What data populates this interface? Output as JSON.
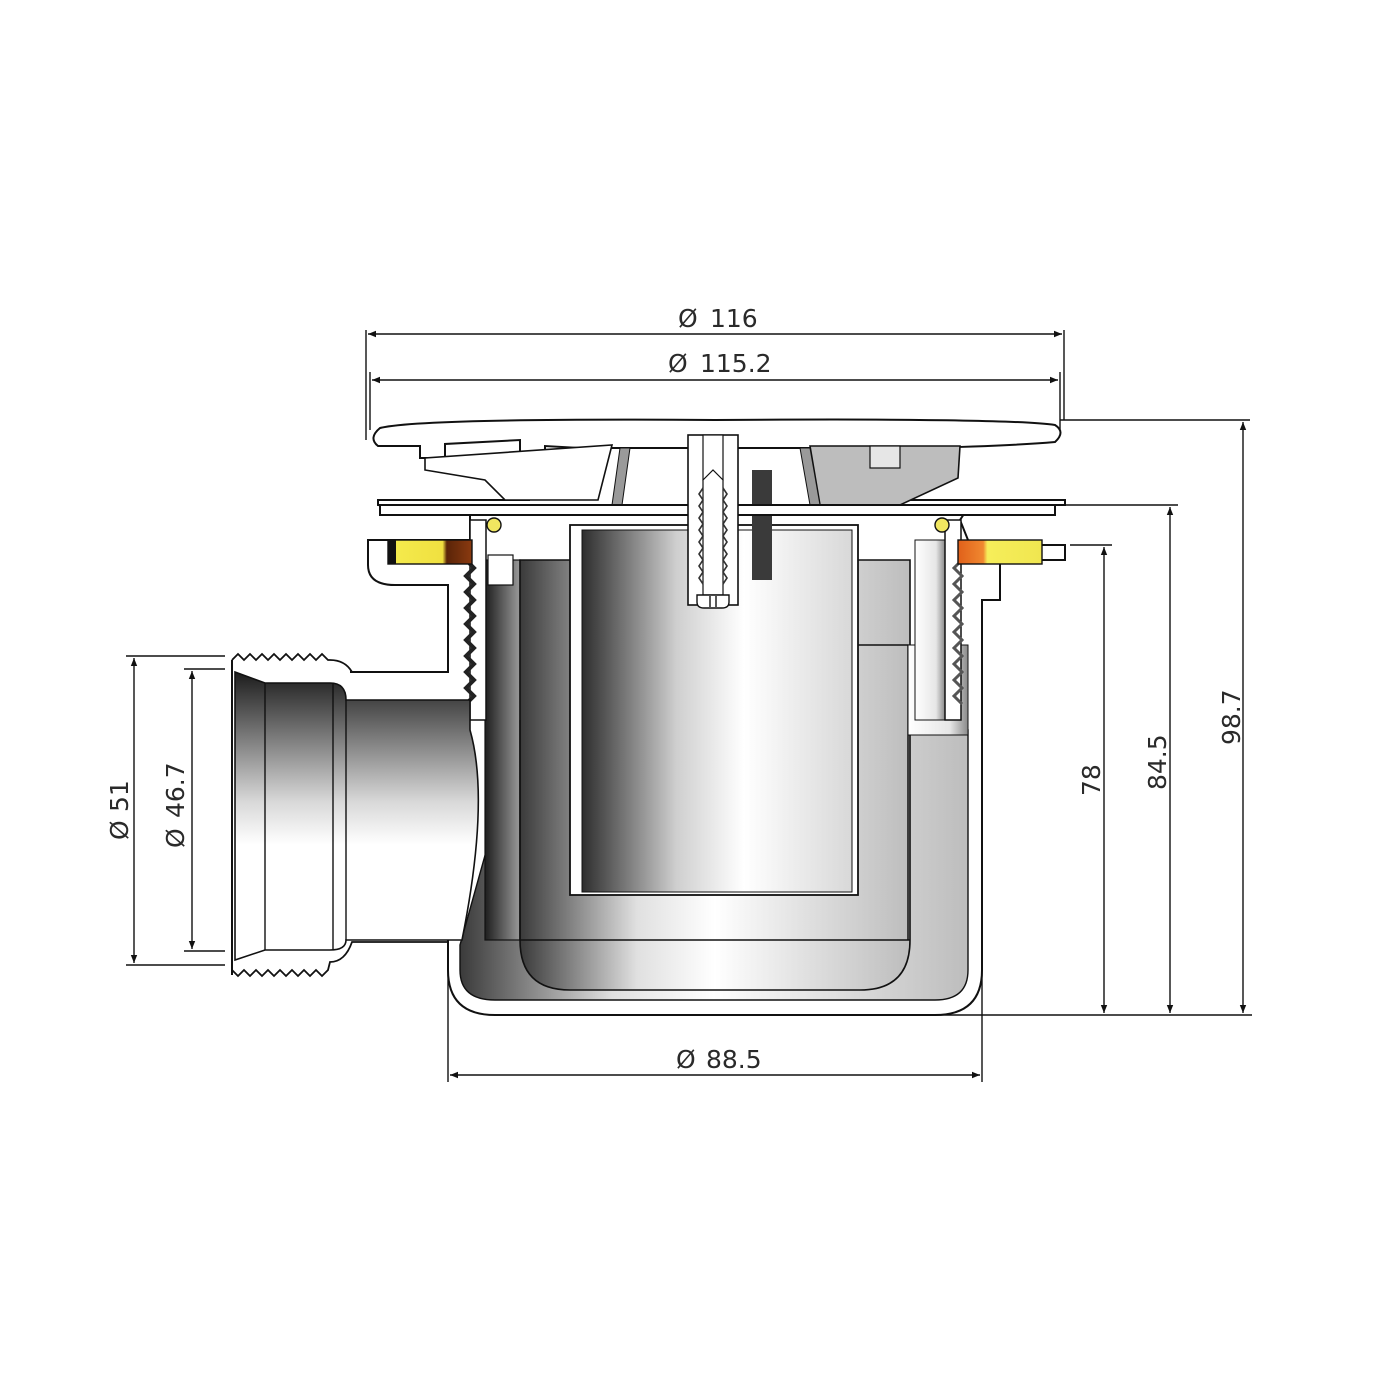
{
  "drawing": {
    "title": "Shower drain waste trap – cross-section technical drawing",
    "units": "mm",
    "colors": {
      "line": "#111111",
      "seal_yellow": "#f2e84a",
      "seal_brown": "#6b2a0a",
      "seal_orange": "#e8701a",
      "oring_yellow": "#f0e660",
      "shade_dark": "#3a3a3a",
      "shade_grey": "#b8b8b8"
    }
  },
  "dimensions": {
    "top_outer": {
      "label": "Ø116",
      "symbol": "Ø",
      "value": "116"
    },
    "top_inner": {
      "label": "Ø115.2",
      "symbol": "Ø",
      "value": "115.2"
    },
    "outlet_outer": {
      "label": "Ø51",
      "symbol": "Ø",
      "value": "51"
    },
    "outlet_inner": {
      "label": "Ø46.7",
      "symbol": "Ø",
      "value": "46.7"
    },
    "body_bottom": {
      "label": "Ø88.5",
      "symbol": "Ø",
      "value": "88.5"
    },
    "height_seal": {
      "label": "78",
      "value": "78"
    },
    "height_flange": {
      "label": "84.5",
      "value": "84.5"
    },
    "height_total": {
      "label": "98.7",
      "value": "98.7"
    }
  },
  "text": {
    "d116": "116",
    "d115": "115.2",
    "d51": "51",
    "d467": "46.7",
    "d885": "88.5",
    "h78": "78",
    "h845": "84.5",
    "h987": "98.7",
    "phi": "Ø"
  }
}
